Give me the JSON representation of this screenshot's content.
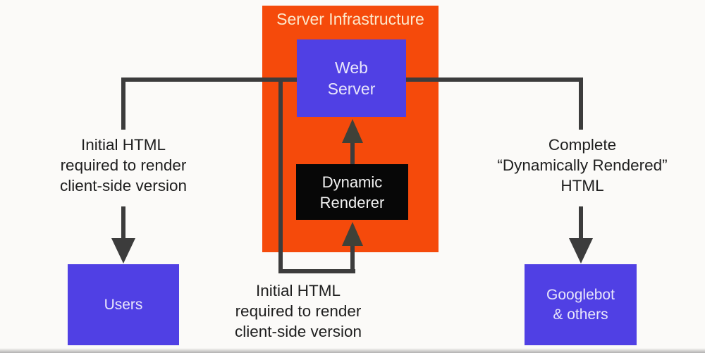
{
  "diagram": {
    "title": "Server Infrastructure",
    "nodes": {
      "web_server": {
        "label": "Web\nServer"
      },
      "dynamic_renderer": {
        "label": "Dynamic\nRenderer"
      },
      "users": {
        "label": "Users"
      },
      "googlebot": {
        "label": "Googlebot\n& others"
      }
    },
    "annotations": {
      "left": "Initial HTML\nrequired to render\nclient-side version",
      "right": "Complete\n“Dynamically Rendered”\nHTML",
      "bottom": "Initial HTML\nrequired to render\nclient-side version"
    },
    "colors": {
      "server_infrastructure_bg": "#F54A0B",
      "node_blue_bg": "#5040E4",
      "dynamic_renderer_bg": "#070707",
      "connector_line": "#3C3C3C",
      "title_text": "#FCE9CD",
      "node_text": "#E8E6FB",
      "annotation_text": "#1E1E1E",
      "background": "#FBFAF8"
    }
  }
}
